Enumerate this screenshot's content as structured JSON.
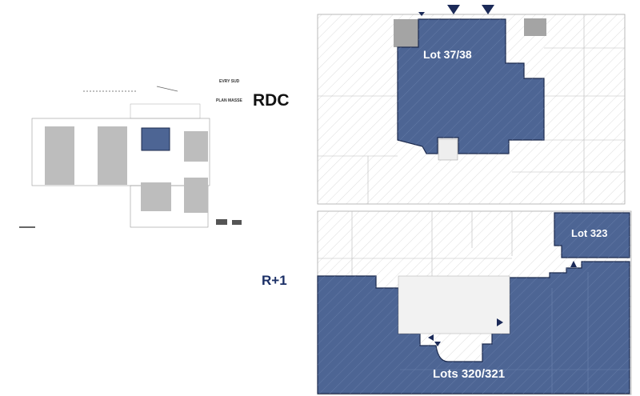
{
  "site_plan": {
    "project_name": "EVRY SUD",
    "plan_title": "PLAN MASSE"
  },
  "levels": {
    "ground": "RDC",
    "first": "R+1"
  },
  "lots": {
    "ground_highlight": "Lot 37/38",
    "first_highlight_a": "Lot 323",
    "first_highlight_b": "Lots 320/321"
  },
  "colors": {
    "lot_fill": "#4d6594",
    "lot_outline": "#1c2a4e",
    "arrow": "#1b2a58",
    "hatch": "#c8c8c8",
    "label_r1": "#1b2f66"
  },
  "icons": {
    "entrance_marker": "triangle-arrow-icon",
    "north_arrow": "north-arrow-icon"
  }
}
